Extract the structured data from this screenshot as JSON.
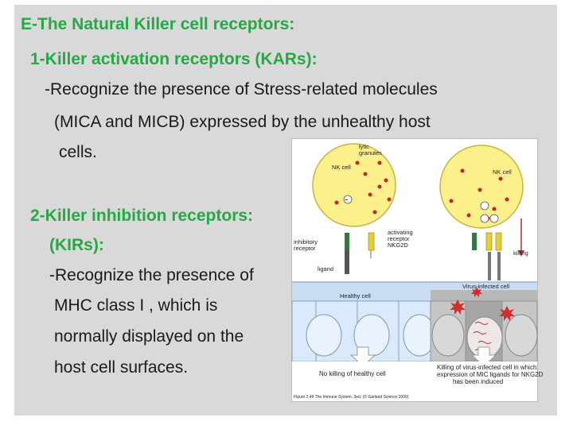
{
  "title": "E-The Natural Killer cell receptors:",
  "section1": {
    "heading": "1-Killer activation receptors (KARs):",
    "line1": "-Recognize the presence of Stress-related molecules",
    "line2": "(MICA and MICB) expressed by the unhealthy host",
    "line3": "cells."
  },
  "section2": {
    "heading1": "2-Killer inhibition receptors:",
    "heading2": "(KIRs):",
    "line1": "-Recognize the presence of",
    "line2": "MHC class I , which is",
    "line3": "normally displayed on the",
    "line4": "host cell surfaces."
  },
  "figure": {
    "nk_cell_left": "NK cell",
    "nk_cell_right": "NK cell",
    "lytic_granules_1": "lytic",
    "lytic_granules_2": "granules",
    "inhibitory_receptor_1": "inhibitory",
    "inhibitory_receptor_2": "receptor",
    "activating_receptor_1": "activating",
    "activating_receptor_2": "receptor",
    "activating_receptor_3": "NKG2D",
    "ligand": "ligand",
    "killing": "killing",
    "healthy_cell": "Healthy cell",
    "virus_infected_cell": "Virus-infected cell",
    "caption_left": "No killing of healthy cell",
    "caption_right_1": "Killing of virus-infected cell in which",
    "caption_right_2": "expression of MIC ligands for NKG2D",
    "caption_right_3": "has been induced",
    "credit": "Figure 2.49 The Immune System, 3ed. (© Garland Science 2009)",
    "colors": {
      "nk_cell": "#fbf08a",
      "nk_border": "#c9b33a",
      "granule": "#c0282d",
      "epithelium_top": "#c8dcf2",
      "healthy_nucleus": "#dbeafa",
      "infected_bg": "#9e9e9e",
      "inhibitory_receptor": "#2f7d3c",
      "activating_receptor": "#e8d22a"
    }
  }
}
